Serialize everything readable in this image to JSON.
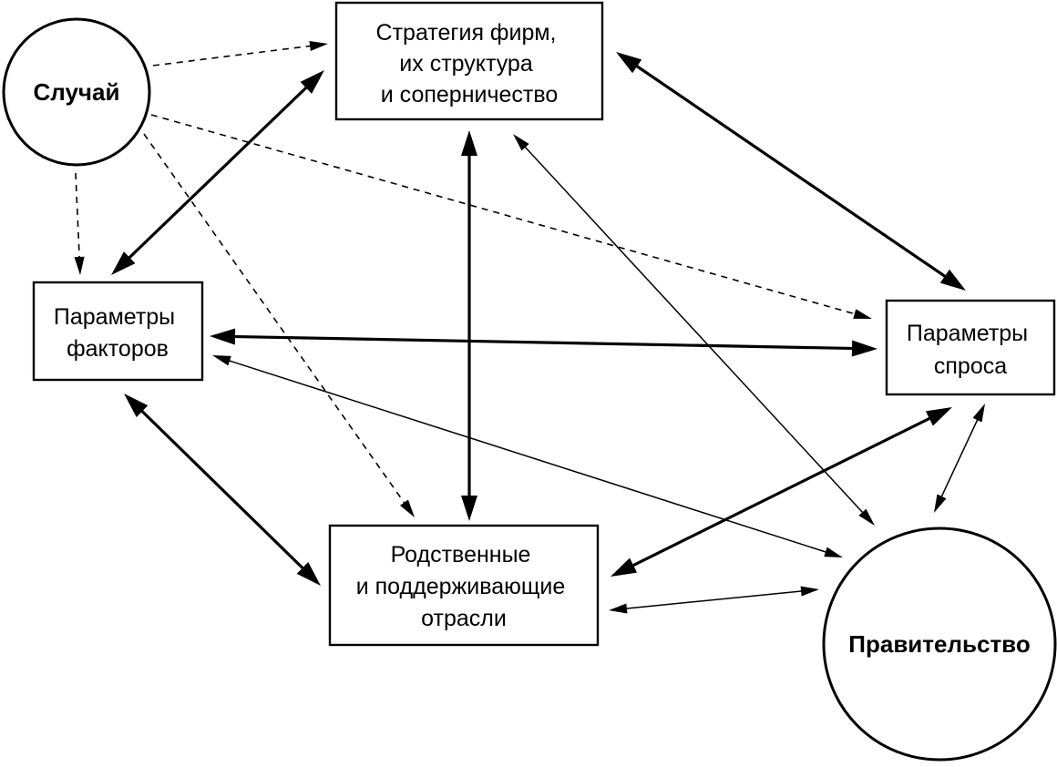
{
  "nodes": {
    "chance": {
      "lines": [
        "Случай"
      ]
    },
    "strategy": {
      "lines": [
        "Стратегия фирм,",
        "их структура",
        "и соперничество"
      ]
    },
    "factors": {
      "lines": [
        "Параметры",
        "факторов"
      ]
    },
    "demand": {
      "lines": [
        "Параметры",
        "спроса"
      ]
    },
    "related": {
      "lines": [
        "Родственные",
        "и поддерживающие",
        "отрасли"
      ]
    },
    "government": {
      "lines": [
        "Правительство"
      ]
    }
  },
  "links": [
    {
      "from": "chance",
      "to": "strategy",
      "style": "dashed",
      "arrows": "end"
    },
    {
      "from": "chance",
      "to": "factors",
      "style": "dashed",
      "arrows": "end"
    },
    {
      "from": "chance",
      "to": "demand",
      "style": "dashed",
      "arrows": "end"
    },
    {
      "from": "chance",
      "to": "related",
      "style": "dashed",
      "arrows": "end"
    },
    {
      "from": "strategy",
      "to": "factors",
      "style": "thick",
      "arrows": "both"
    },
    {
      "from": "strategy",
      "to": "related",
      "style": "thick",
      "arrows": "both"
    },
    {
      "from": "strategy",
      "to": "demand",
      "style": "thick",
      "arrows": "both"
    },
    {
      "from": "factors",
      "to": "demand",
      "style": "thick",
      "arrows": "both"
    },
    {
      "from": "factors",
      "to": "related",
      "style": "thick",
      "arrows": "both"
    },
    {
      "from": "related",
      "to": "demand",
      "style": "thick",
      "arrows": "both"
    },
    {
      "from": "strategy",
      "to": "government",
      "style": "thin",
      "arrows": "both"
    },
    {
      "from": "factors",
      "to": "government",
      "style": "thin",
      "arrows": "both"
    },
    {
      "from": "demand",
      "to": "government",
      "style": "thin",
      "arrows": "both"
    },
    {
      "from": "related",
      "to": "government",
      "style": "thin",
      "arrows": "both"
    }
  ]
}
